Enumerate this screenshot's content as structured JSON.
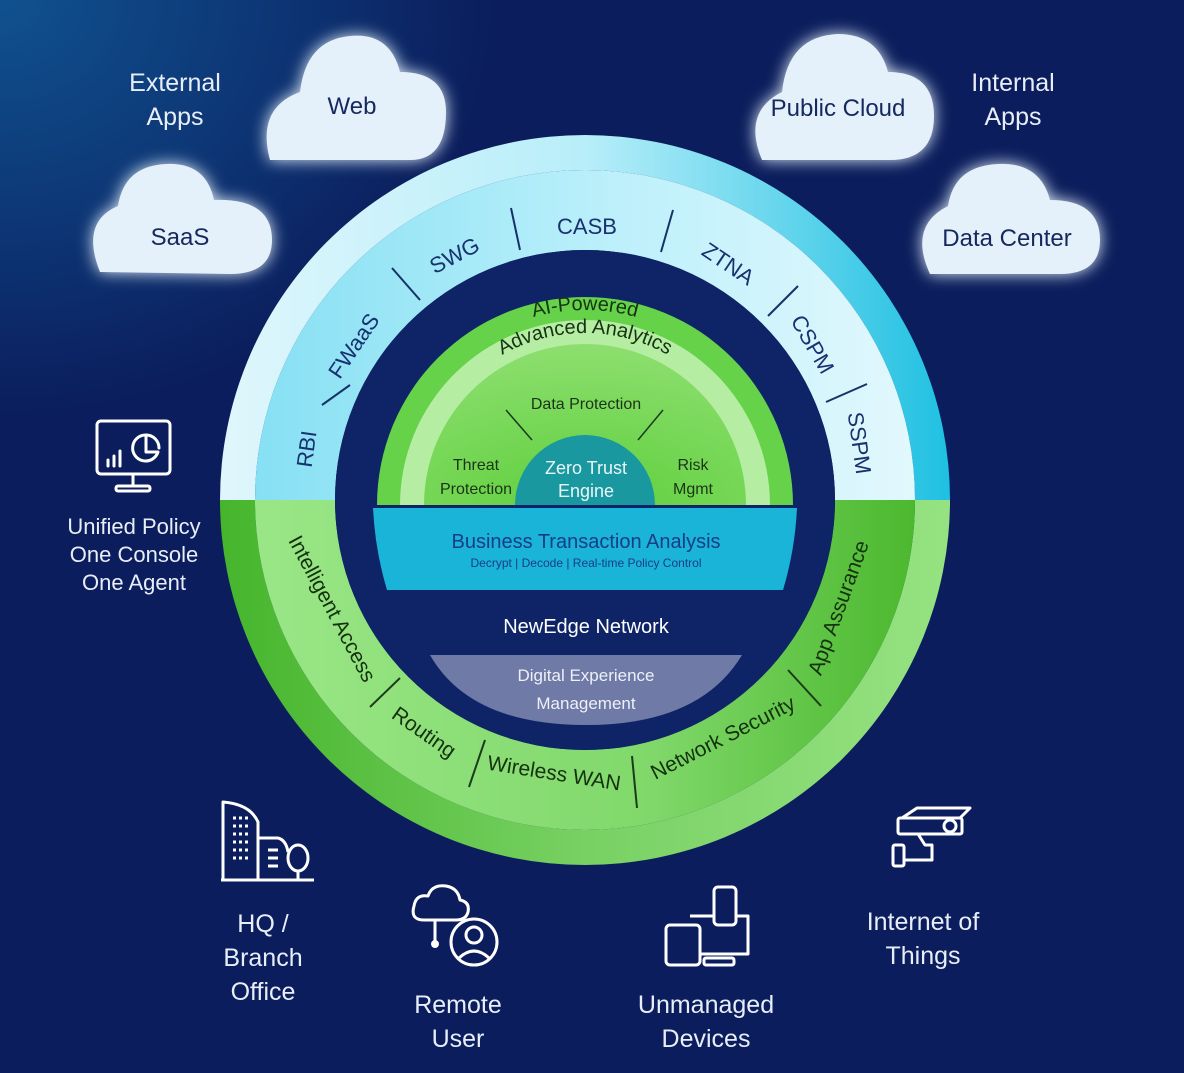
{
  "external_apps": {
    "label_lines": [
      "External",
      "Apps"
    ],
    "clouds": [
      "Web",
      "SaaS"
    ]
  },
  "internal_apps": {
    "label_lines": [
      "Internal",
      "Apps"
    ],
    "clouds": [
      "Public Cloud",
      "Data Center"
    ]
  },
  "security_ring": {
    "segments": [
      "RBI",
      "FWaaS",
      "SWG",
      "CASB",
      "ZTNA",
      "CSPM",
      "SSPM"
    ]
  },
  "network_ring": {
    "segments": [
      "Intelligent Access",
      "Routing",
      "Wireless WAN",
      "Network Security",
      "App Assurance"
    ]
  },
  "core": {
    "ai_powered": "AI-Powered",
    "advanced_analytics": "Advanced Analytics",
    "data_protection": "Data Protection",
    "threat_protection": [
      "Threat",
      "Protection"
    ],
    "risk_mgmt": [
      "Risk",
      "Mgmt"
    ],
    "zero_trust_engine": [
      "Zero Trust",
      "Engine"
    ],
    "bta_title": "Business Transaction Analysis",
    "bta_subtitle": "Decrypt | Decode | Real-time Policy Control",
    "newedge": "NewEdge Network",
    "dem": [
      "Digital Experience",
      "Management"
    ]
  },
  "side_items": {
    "unified": {
      "icon": "monitor-analytics-icon",
      "lines": [
        "Unified Policy",
        "One Console",
        "One Agent"
      ]
    },
    "hq": {
      "icon": "buildings-icon",
      "lines": [
        "HQ /",
        "Branch",
        "Office"
      ]
    },
    "remote": {
      "icon": "cloud-user-icon",
      "lines": [
        "Remote",
        "User"
      ]
    },
    "unmanaged": {
      "icon": "devices-icon",
      "lines": [
        "Unmanaged",
        "Devices"
      ]
    },
    "iot": {
      "icon": "security-camera-icon",
      "lines": [
        "Internet of",
        "Things"
      ]
    }
  },
  "colors": {
    "background": "#0b1a5a",
    "navy": "#0e2466",
    "cyan_outer": "#22c3e3",
    "light_blue_band": "#9fe6f6",
    "green_dark": "#4cb82f",
    "green_light": "#96e282",
    "bta_blue": "#1ab4d8",
    "dem_gray": "#6f7aa6"
  }
}
